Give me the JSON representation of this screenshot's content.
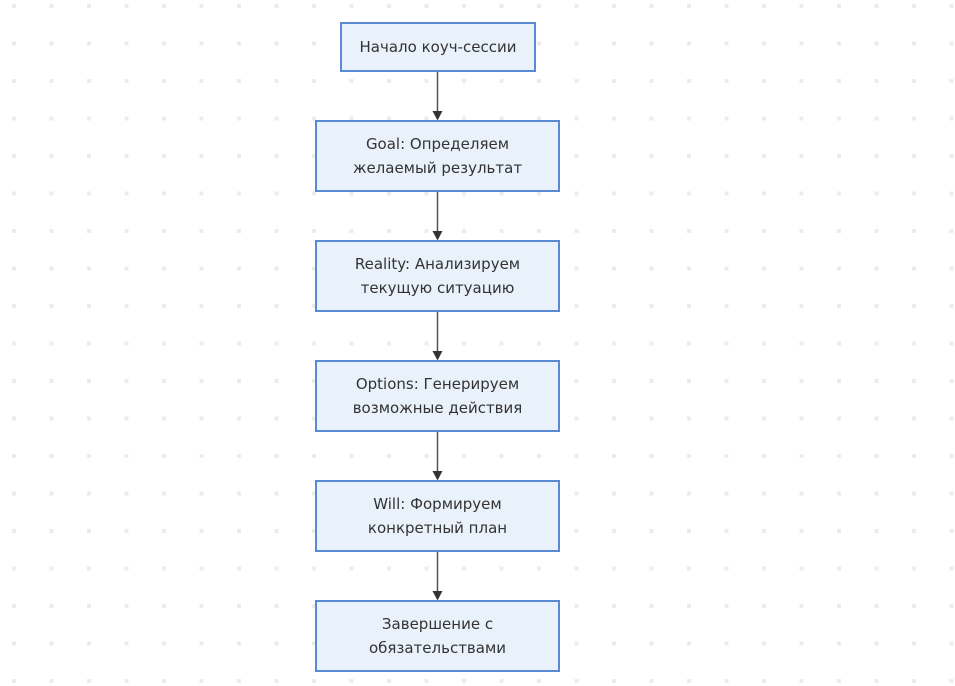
{
  "diagram": {
    "type": "flowchart",
    "direction": "top-down",
    "nodes": [
      {
        "id": "start",
        "lines": [
          "Начало коуч-сессии"
        ]
      },
      {
        "id": "goal",
        "lines": [
          "Goal: Определяем",
          "желаемый результат"
        ]
      },
      {
        "id": "reality",
        "lines": [
          "Reality: Анализируем",
          "текущую ситуацию"
        ]
      },
      {
        "id": "options",
        "lines": [
          "Options: Генерируем",
          "возможные действия"
        ]
      },
      {
        "id": "will",
        "lines": [
          "Will: Формируем",
          "конкретный план"
        ]
      },
      {
        "id": "end",
        "lines": [
          "Завершение с",
          "обязательствами"
        ]
      }
    ],
    "edges": [
      {
        "from": "start",
        "to": "goal"
      },
      {
        "from": "goal",
        "to": "reality"
      },
      {
        "from": "reality",
        "to": "options"
      },
      {
        "from": "options",
        "to": "will"
      },
      {
        "from": "will",
        "to": "end"
      }
    ],
    "colors": {
      "node_fill": "#e9f1fb",
      "node_border": "#5b8ad5",
      "edge_line": "#555555",
      "arrowhead": "#333333",
      "text": "#333333",
      "background_dot": "#ececec"
    }
  }
}
